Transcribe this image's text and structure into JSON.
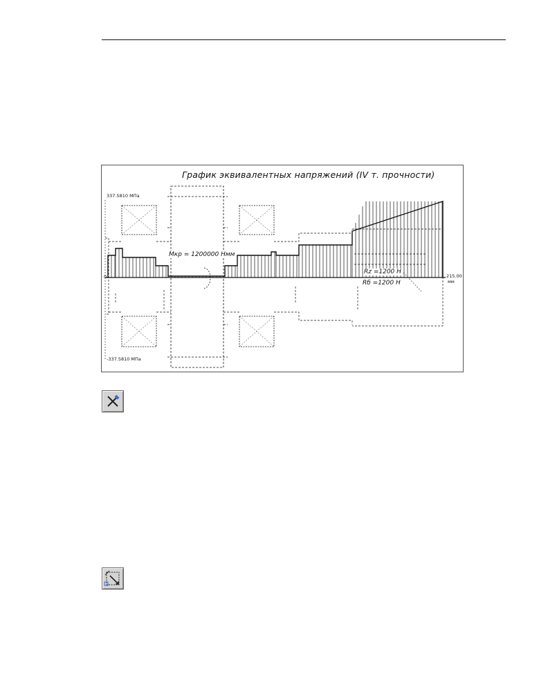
{
  "figure": {
    "title": "График эквивалентных напряжений (IV т. прочности)",
    "max_stress": "337.5810  МПа",
    "min_stress": "-337.5810  МПа",
    "origin_label": "0",
    "length_value": "215.00",
    "length_unit": "мм",
    "torque_label": "Мкр = 1200000 Нмм",
    "force_rz": "Rz =1200 Н",
    "force_rb": "Rб =1200 Н"
  },
  "toolbar": {
    "tool1_icon": "cross-tool-icon",
    "tool2_icon": "zoom-frame-icon"
  }
}
